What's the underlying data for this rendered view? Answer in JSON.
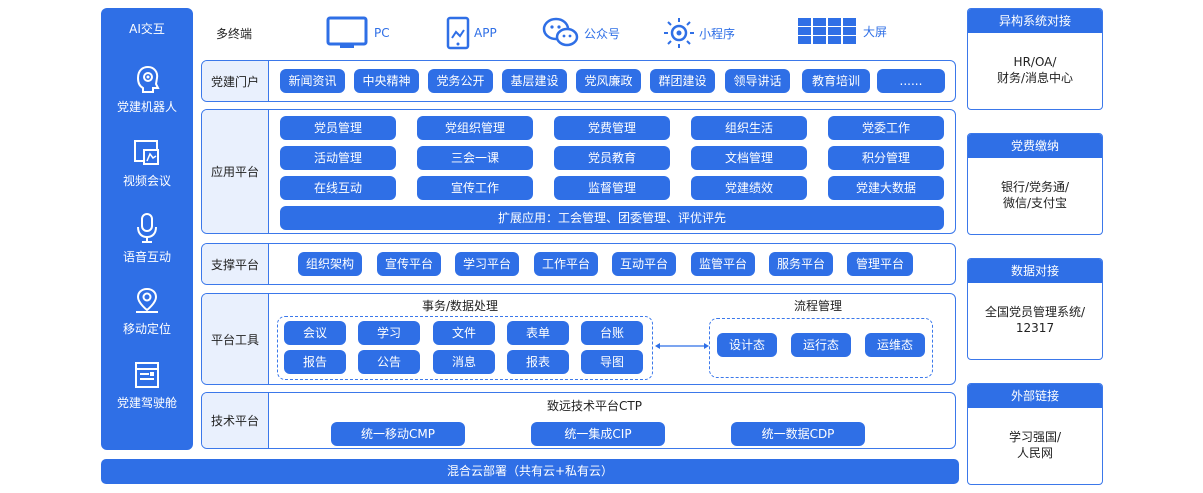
{
  "sidebar": {
    "header": "AI交互",
    "items": [
      {
        "label": "党建机器人",
        "icon": "robot-head-icon"
      },
      {
        "label": "视频会议",
        "icon": "video-conference-icon"
      },
      {
        "label": "语音互动",
        "icon": "microphone-icon"
      },
      {
        "label": "移动定位",
        "icon": "location-pin-icon"
      },
      {
        "label": "党建驾驶舱",
        "icon": "dashboard-icon"
      }
    ]
  },
  "terminals": {
    "label": "多终端",
    "items": [
      {
        "label": "PC",
        "icon": "monitor-icon"
      },
      {
        "label": "APP",
        "icon": "tablet-icon"
      },
      {
        "label": "公众号",
        "icon": "wechat-icon"
      },
      {
        "label": "小程序",
        "icon": "mini-program-icon"
      },
      {
        "label": "大屏",
        "icon": "video-wall-icon"
      }
    ]
  },
  "portal": {
    "label": "党建门户",
    "items": [
      "新闻资讯",
      "中央精神",
      "党务公开",
      "基层建设",
      "党风廉政",
      "群团建设",
      "领导讲话",
      "教育培训",
      "......"
    ]
  },
  "app_platform": {
    "label": "应用平台",
    "rows": [
      [
        "党员管理",
        "党组织管理",
        "党费管理",
        "组织生活",
        "党委工作"
      ],
      [
        "活动管理",
        "三会一课",
        "党员教育",
        "文档管理",
        "积分管理"
      ],
      [
        "在线互动",
        "宣传工作",
        "监督管理",
        "党建绩效",
        "党建大数据"
      ]
    ],
    "extension": "扩展应用：工会管理、团委管理、评优评先"
  },
  "support_platform": {
    "label": "支撑平台",
    "items": [
      "组织架构",
      "宣传平台",
      "学习平台",
      "工作平台",
      "互动平台",
      "监管平台",
      "服务平台",
      "管理平台"
    ]
  },
  "platform_tools": {
    "label": "平台工具",
    "affairs_title": "事务/数据处理",
    "affairs_row1": [
      "会议",
      "学习",
      "文件",
      "表单",
      "台账"
    ],
    "affairs_row2": [
      "报告",
      "公告",
      "消息",
      "报表",
      "导图"
    ],
    "process_title": "流程管理",
    "process_items": [
      "设计态",
      "运行态",
      "运维态"
    ]
  },
  "tech_platform": {
    "label": "技术平台",
    "title": "致远技术平台CTP",
    "items": [
      "统一移动CMP",
      "统一集成CIP",
      "统一数据CDP"
    ]
  },
  "deployment": "混合云部署（共有云+私有云）",
  "right_cards": [
    {
      "title": "异构系统对接",
      "lines": [
        "HR/OA/",
        "财务/消息中心"
      ]
    },
    {
      "title": "党费缴纳",
      "lines": [
        "银行/党务通/",
        "微信/支付宝"
      ]
    },
    {
      "title": "数据对接",
      "lines": [
        "全国党员管理系统/",
        "12317"
      ]
    },
    {
      "title": "外部链接",
      "lines": [
        "学习强国/",
        "人民网"
      ]
    }
  ],
  "colors": {
    "primary": "#2f6fe6",
    "label_bg": "#e9f0fd",
    "border": "#3b78ea"
  }
}
